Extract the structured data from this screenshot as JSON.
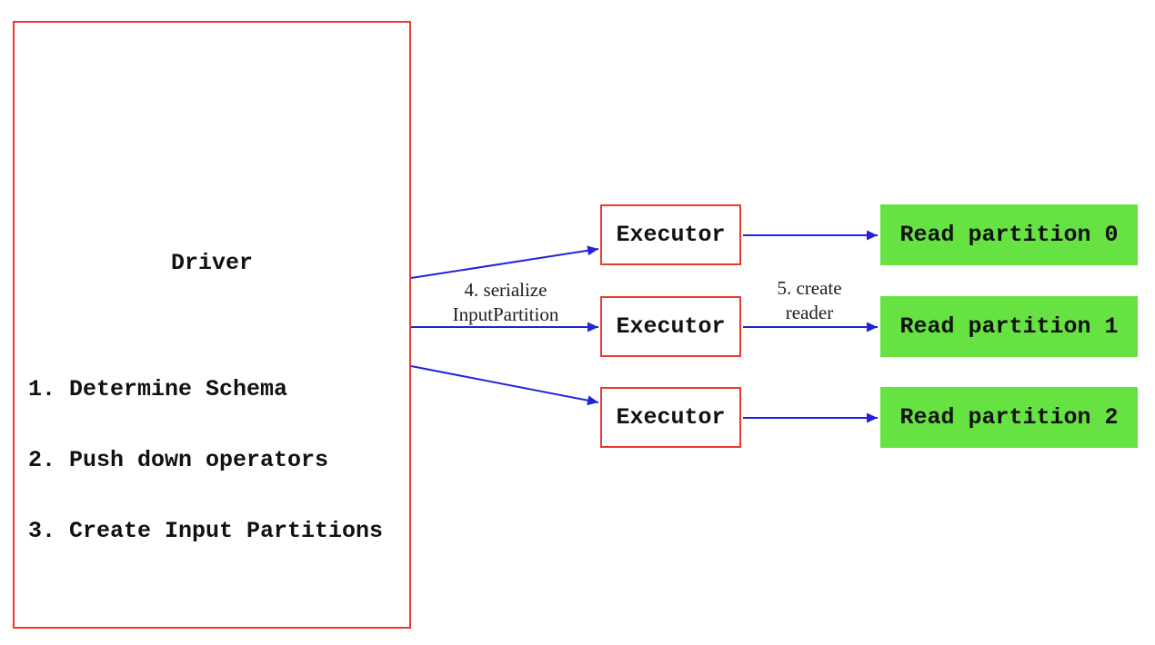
{
  "diagram": {
    "driver": {
      "title": "Driver",
      "steps": [
        "1. Determine Schema",
        "2. Push down operators",
        "3. Create Input Partitions"
      ]
    },
    "executors": [
      {
        "label": "Executor"
      },
      {
        "label": "Executor"
      },
      {
        "label": "Executor"
      }
    ],
    "partitions": [
      {
        "label": "Read partition 0"
      },
      {
        "label": "Read partition 1"
      },
      {
        "label": "Read partition 2"
      }
    ],
    "arrow_labels": {
      "serialize": {
        "line1": "4. serialize",
        "line2": "InputPartition"
      },
      "create_reader": {
        "line1": "5. create",
        "line2": "reader"
      }
    },
    "colors": {
      "box_border": "#e83a2e",
      "arrow": "#2222dd",
      "partition_fill": "#66e342",
      "text": "#111111",
      "background": "#ffffff"
    }
  }
}
